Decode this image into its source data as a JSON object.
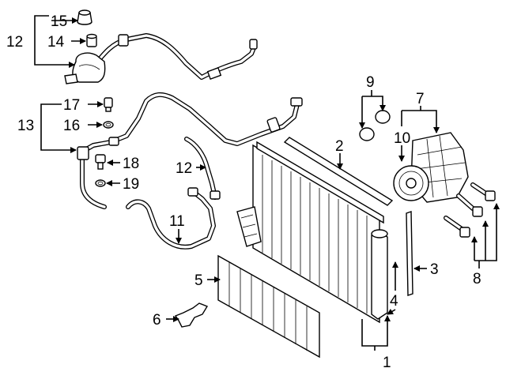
{
  "callouts": {
    "c1": "1",
    "c2": "2",
    "c3": "3",
    "c4": "4",
    "c5": "5",
    "c6": "6",
    "c7": "7",
    "c8": "8",
    "c9": "9",
    "c10": "10",
    "c11": "11",
    "c12a": "12",
    "c12b": "12",
    "c13": "13",
    "c14": "14",
    "c15": "15",
    "c16": "16",
    "c17": "17",
    "c18": "18",
    "c19": "19"
  }
}
